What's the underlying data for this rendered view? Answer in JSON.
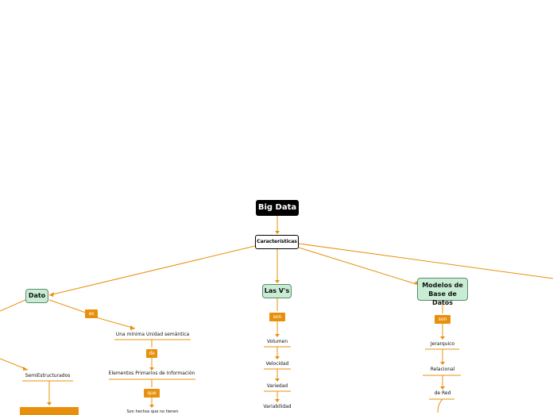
{
  "colors": {
    "edge": "#e8900c",
    "root_bg": "#000000",
    "topic_bg": "#c8ecd4"
  },
  "root": "Big Data",
  "central": "Características",
  "branches": {
    "dato": {
      "label": "Dato",
      "link": "es",
      "items": [
        "Una mínima Unidad semántica",
        "Elementos Primarios de Información"
      ],
      "links": [
        "de",
        "que"
      ],
      "partial": "Son hechos que no tienen",
      "sub": "SemiEstructurados"
    },
    "vs": {
      "label": "Las V's",
      "link": "son",
      "items": [
        "Volumen",
        "Velocidad",
        "Variedad",
        "Variabilidad"
      ]
    },
    "modelos": {
      "label": "Modelos de Base de Datos",
      "link": "son",
      "items": [
        "Jerarquico",
        "Relacional",
        "de Red"
      ]
    }
  }
}
